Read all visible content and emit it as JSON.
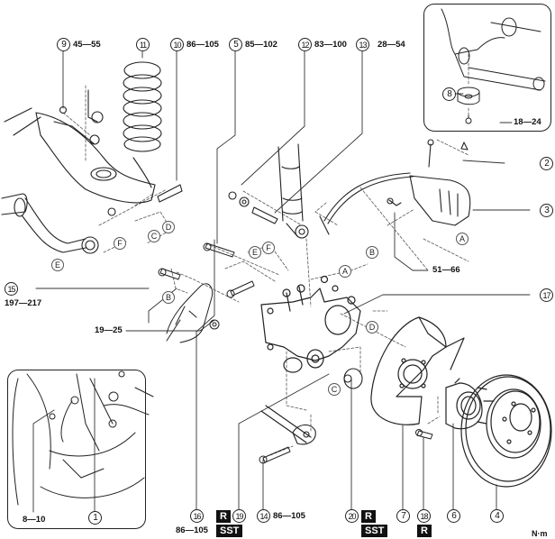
{
  "diagram": {
    "title": "Rear suspension exploded view",
    "unit_label": "N·m",
    "callouts": [
      {
        "id": "1",
        "torque": ""
      },
      {
        "id": "2",
        "torque": ""
      },
      {
        "id": "3",
        "torque": ""
      },
      {
        "id": "4",
        "torque": ""
      },
      {
        "id": "5",
        "torque": "85—102"
      },
      {
        "id": "6",
        "torque": ""
      },
      {
        "id": "7",
        "torque": ""
      },
      {
        "id": "8",
        "torque": ""
      },
      {
        "id": "9",
        "torque": "45—55"
      },
      {
        "id": "10",
        "torque": "86—105"
      },
      {
        "id": "11",
        "torque": ""
      },
      {
        "id": "12",
        "torque": "83—100"
      },
      {
        "id": "13",
        "torque": "28—54"
      },
      {
        "id": "14",
        "torque": "86—105"
      },
      {
        "id": "15",
        "torque": "197—217"
      },
      {
        "id": "16",
        "torque": "86—105"
      },
      {
        "id": "17",
        "torque": ""
      },
      {
        "id": "18",
        "torque": ""
      },
      {
        "id": "19",
        "torque": ""
      },
      {
        "id": "20",
        "torque": ""
      }
    ],
    "loose_torques": {
      "inset_bolt": "18—24",
      "caliper_bolt": "51—66",
      "bracket_nut": "19—25",
      "sensor_bolt": "8—10"
    },
    "reference_markers": [
      "A",
      "B",
      "C",
      "D",
      "E",
      "F"
    ],
    "badges": {
      "replace": "R",
      "special_tool": "SST"
    }
  }
}
